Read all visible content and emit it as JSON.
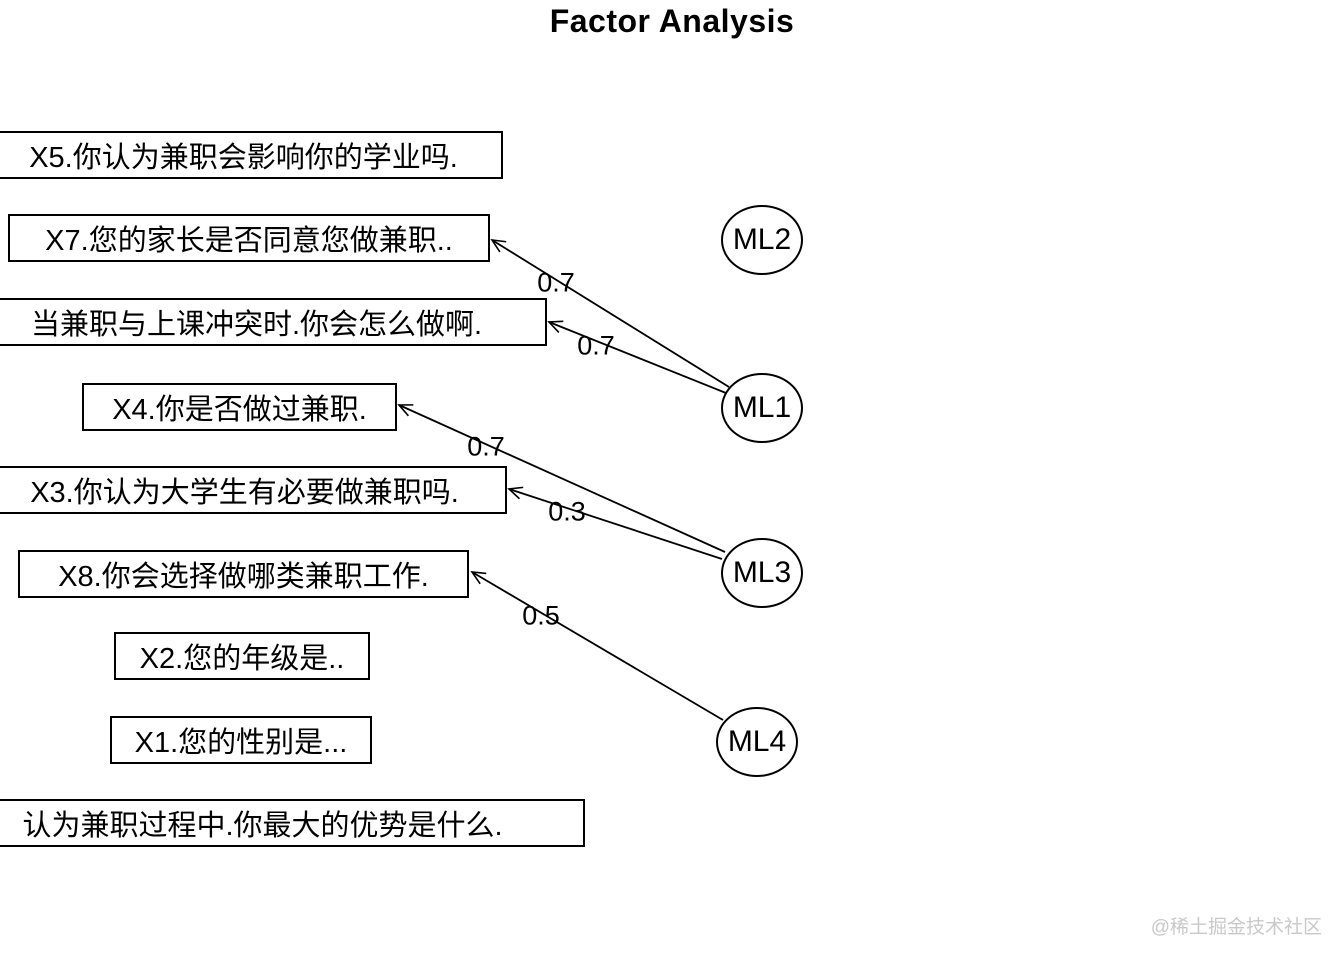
{
  "title": "Factor Analysis",
  "watermark": "@稀土掘金技术社区",
  "diagram": {
    "variables": [
      {
        "id": "X5",
        "label": "X5.你认为兼职会影响你的学业吗."
      },
      {
        "id": "X7",
        "label": "X7.您的家长是否同意您做兼职.."
      },
      {
        "id": "X6",
        "label": "当兼职与上课冲突时.你会怎么做啊."
      },
      {
        "id": "X4",
        "label": "X4.你是否做过兼职."
      },
      {
        "id": "X3",
        "label": "X3.你认为大学生有必要做兼职吗."
      },
      {
        "id": "X8",
        "label": "X8.你会选择做哪类兼职工作."
      },
      {
        "id": "X2",
        "label": "X2.您的年级是.."
      },
      {
        "id": "X1",
        "label": "X1.您的性别是..."
      },
      {
        "id": "X9",
        "label": "认为兼职过程中.你最大的优势是什么."
      }
    ],
    "factors": [
      {
        "id": "ML2",
        "label": "ML2"
      },
      {
        "id": "ML1",
        "label": "ML1"
      },
      {
        "id": "ML3",
        "label": "ML3"
      },
      {
        "id": "ML4",
        "label": "ML4"
      }
    ],
    "loadings": [
      {
        "from": "ML1",
        "to": "X7",
        "value": "0.7"
      },
      {
        "from": "ML1",
        "to": "X6",
        "value": "0.7"
      },
      {
        "from": "ML3",
        "to": "X4",
        "value": "0.7"
      },
      {
        "from": "ML3",
        "to": "X3",
        "value": "0.3"
      },
      {
        "from": "ML4",
        "to": "X8",
        "value": "0.5"
      }
    ]
  }
}
